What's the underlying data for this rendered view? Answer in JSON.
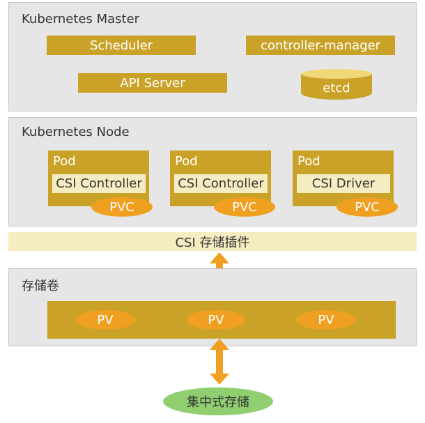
{
  "master": {
    "title": "Kubernetes Master",
    "scheduler": "Scheduler",
    "controller_manager": "controller-manager",
    "api_server": "API Server",
    "etcd": "etcd"
  },
  "node": {
    "title": "Kubernetes Node",
    "pods": [
      {
        "title": "Pod",
        "component": "CSI Controller",
        "claim": "PVC"
      },
      {
        "title": "Pod",
        "component": "CSI Controller",
        "claim": "PVC"
      },
      {
        "title": "Pod",
        "component": "CSI Driver",
        "claim": "PVC"
      }
    ]
  },
  "plugin": {
    "label": "CSI 存储插件"
  },
  "volumes": {
    "title": "存储卷",
    "items": [
      "PV",
      "PV",
      "PV"
    ]
  },
  "central_storage": {
    "label": "集中式存储"
  },
  "colors": {
    "panel": "#e6e6e6",
    "gold": "#c9a227",
    "cream": "#f6ecc2",
    "orange": "#f0a020",
    "green": "#8fcf70"
  }
}
